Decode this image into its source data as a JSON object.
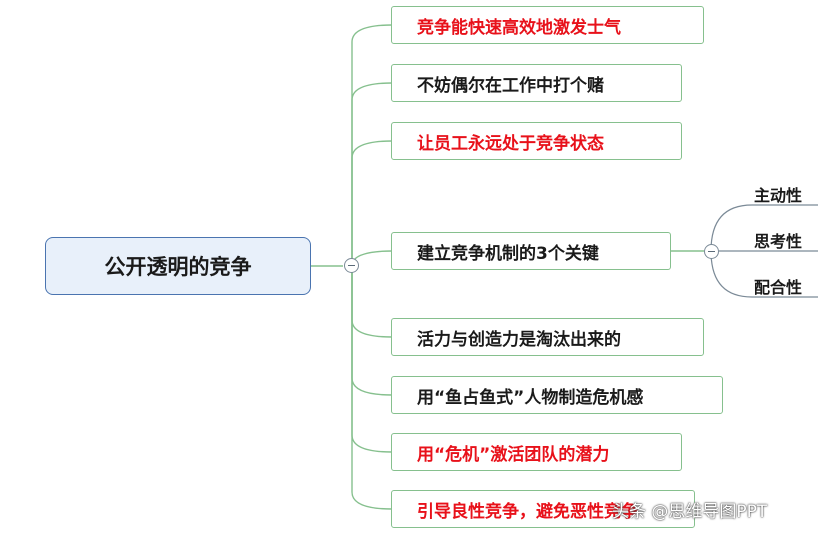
{
  "root": {
    "label": "公开透明的竞争"
  },
  "branches": [
    {
      "label": "竞争能快速高效地激发士气",
      "color": "#e8111a"
    },
    {
      "label": "不妨偶尔在工作中打个赌",
      "color": "#1a1a1a"
    },
    {
      "label": "让员工永远处于竞争状态",
      "color": "#e8111a"
    },
    {
      "label": "建立竞争机制的3个关键",
      "color": "#1a1a1a",
      "children": [
        {
          "label": "主动性"
        },
        {
          "label": "思考性"
        },
        {
          "label": "配合性"
        }
      ]
    },
    {
      "label": "活力与创造力是淘汰出来的",
      "color": "#1a1a1a"
    },
    {
      "label": "用“鱼占鱼式”人物制造危机感",
      "color": "#1a1a1a"
    },
    {
      "label": "用“危机”激活团队的潜力",
      "color": "#e8111a"
    },
    {
      "label": "引导良性竞争，避免恶性竞争",
      "color": "#e8111a"
    }
  ],
  "watermark": "头条 @思维导图PPT",
  "icons": {
    "collapse": "minus-circle-icon"
  }
}
